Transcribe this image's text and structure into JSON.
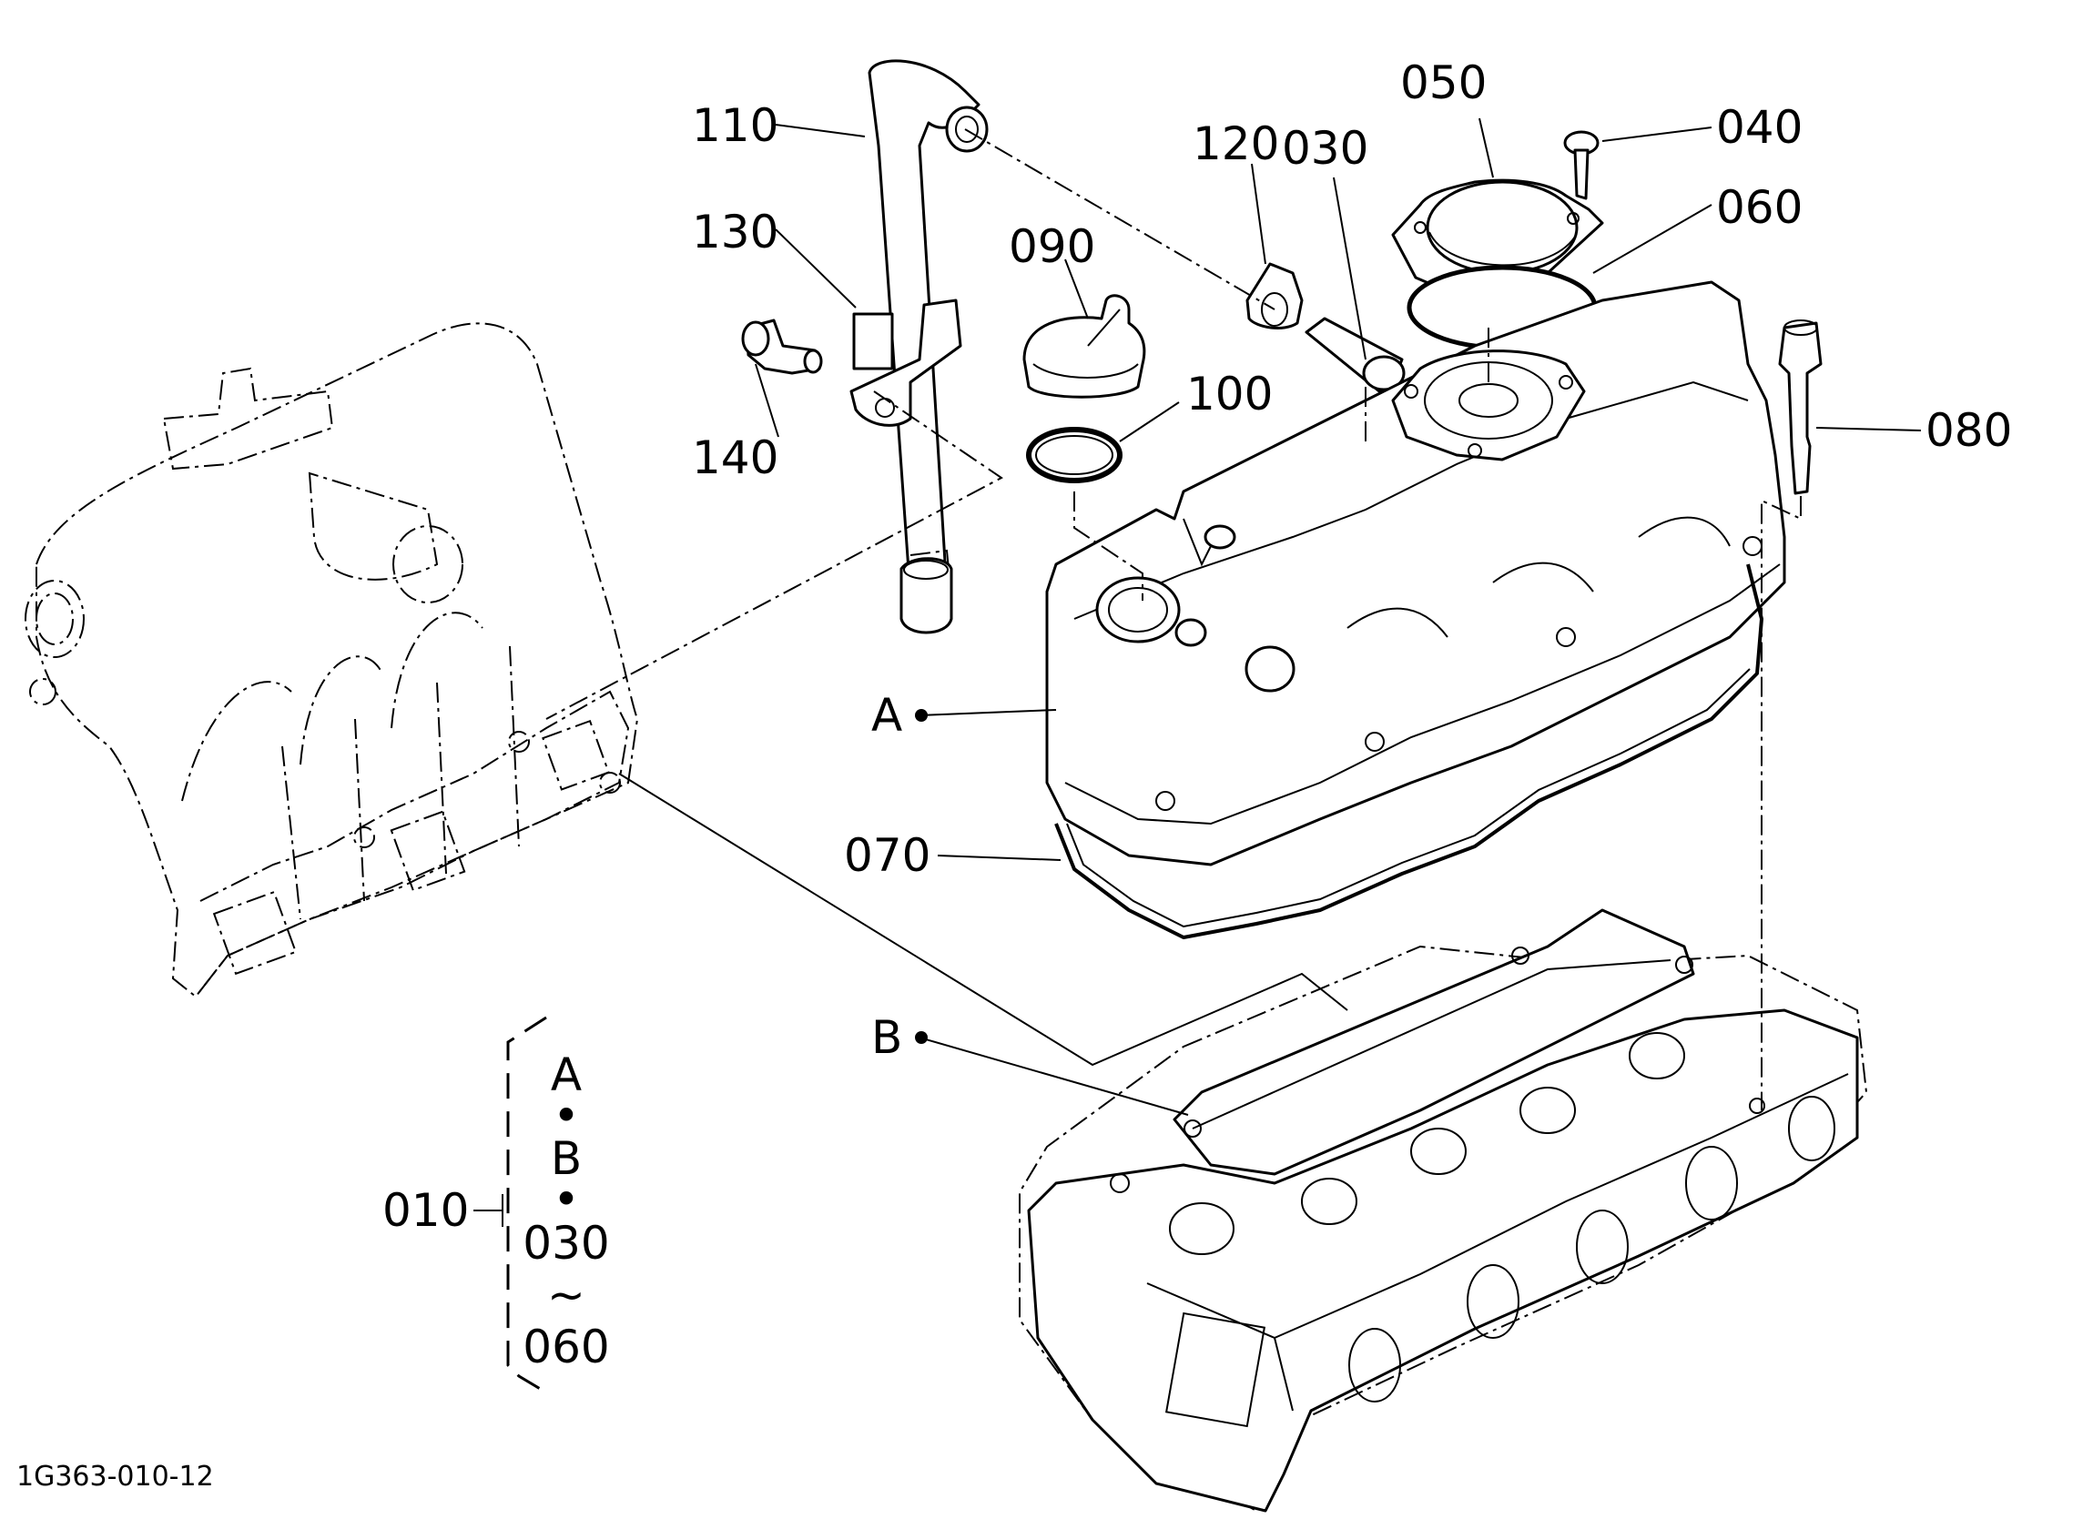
{
  "diagram_id": "1G363-010-12",
  "callouts": [
    {
      "id": "110",
      "text": "110"
    },
    {
      "id": "130",
      "text": "130"
    },
    {
      "id": "140",
      "text": "140"
    },
    {
      "id": "090",
      "text": "090"
    },
    {
      "id": "100",
      "text": "100"
    },
    {
      "id": "120",
      "text": "120"
    },
    {
      "id": "030",
      "text": "030"
    },
    {
      "id": "050",
      "text": "050"
    },
    {
      "id": "040",
      "text": "040"
    },
    {
      "id": "060",
      "text": "060"
    },
    {
      "id": "080",
      "text": "080"
    },
    {
      "id": "070",
      "text": "070"
    },
    {
      "id": "A",
      "text": "A"
    },
    {
      "id": "B",
      "text": "B"
    }
  ],
  "assembly_group": {
    "number": "010",
    "lines": [
      "A",
      "•",
      "B",
      "•",
      "030",
      "~",
      "060"
    ]
  }
}
